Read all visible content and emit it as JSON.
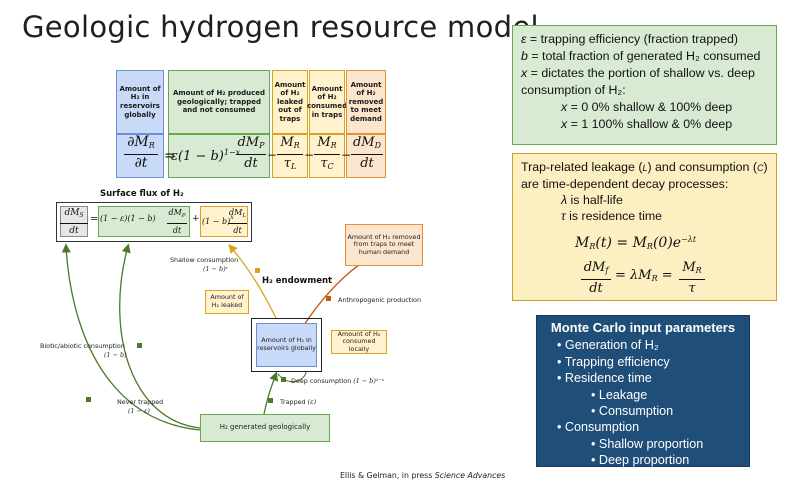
{
  "title": "Geologic hydrogen resource model",
  "equation_headers": {
    "h1": "Amount of H₂ in reservoirs globally",
    "h2": "Amount of H₂ produced geologically; trapped and not consumed",
    "h3": "Amount of H₂ leaked out of traps",
    "h4": "Amount of H₂ consumed in traps",
    "h5": "Amount of H₂ removed to meet demand"
  },
  "equation": {
    "lhs_num": "∂M",
    "lhs_num_sub": "R",
    "lhs_den": "∂t",
    "eq": "=",
    "factor": "ε(1 − b)",
    "factor_exp": "1−x",
    "t1_num": "dM",
    "t1_num_sub": "P",
    "t1_den": "dt",
    "minus": "−",
    "t2_num": "M",
    "t2_num_sub": "R",
    "t2_den": "τ",
    "t2_den_sub": "L",
    "t3_num": "M",
    "t3_num_sub": "R",
    "t3_den": "τ",
    "t3_den_sub": "C",
    "t4_num": "dM",
    "t4_num_sub": "D",
    "t4_den": "dt"
  },
  "surface_flux": {
    "title": "Surface flux of H₂",
    "lhs_num": "dM",
    "lhs_num_sub": "S",
    "lhs_den": "dt",
    "eq": "=",
    "term1": "(1 − ε)(1 − b)",
    "term1_num": "dM",
    "term1_num_sub": "P",
    "term1_den": "dt",
    "plus": "+",
    "term2": "(1 − b)",
    "term2_exp": "x",
    "term2_num": "dM",
    "term2_num_sub": "L",
    "term2_den": "dt"
  },
  "diagram": {
    "endowment_label": "H₂ endowment",
    "reservoir": "Amount of H₂ in reservoirs globally",
    "removed": "Amount of H₂ removed from traps to meet human demand",
    "leaked": "Amount of H₂ leaked",
    "consumed_locally": "Amount of H₂ consumed locally",
    "generated": "H₂ generated geologically",
    "shallow_consumption": "Shallow consumption",
    "shallow_expr": "(1 − b)ˣ",
    "anthropogenic": "Anthropogenic production",
    "biotic": "Biotic/abiotic consumption",
    "biotic_expr": "(1 − b)",
    "never_trapped": "Never trapped",
    "never_trapped_expr": "(1 − ε)",
    "deep_consumption": "Deep consumption",
    "deep_expr": "(1 − b)¹⁻ˣ",
    "trapped": "Trapped",
    "trapped_expr": "(ε)"
  },
  "definitions": {
    "l1_sym": "ε",
    "l1": " = trapping efficiency (fraction trapped)",
    "l2_sym": "b",
    "l2": " = total fraction of generated H₂ consumed",
    "l3_sym": "x",
    "l3": " = dictates the portion of shallow vs. deep",
    "l4": "consumption of H₂:",
    "l5_sym": "x",
    "l5": " = 0  0% shallow & 100% deep",
    "l6_sym": "x",
    "l6": " = 1 100% shallow & 0% deep"
  },
  "decay": {
    "l1": "Trap-related leakage (",
    "l1_L": "L",
    "l1_mid": ") and consumption (",
    "l1_C": "C",
    "l1_end": ")",
    "l2": "are time-dependent decay processes:",
    "l3_sym": "λ",
    "l3": " is half-life",
    "l4_sym": "τ",
    "l4": " is residence time",
    "eq1_lhs": "M",
    "eq1_lhs_sub": "R",
    "eq1_lhs_arg": "(t)",
    "eq1_eq": "=",
    "eq1_rhs": "M",
    "eq1_rhs_sub": "R",
    "eq1_rhs_arg": "(0)e",
    "eq1_exp": "−λt",
    "eq2_num": "dM",
    "eq2_num_sub": "f",
    "eq2_den": "dt",
    "eq2_mid": "= λM",
    "eq2_mid_sub": "R",
    "eq2_eq": "=",
    "eq2_rnum": "M",
    "eq2_rnum_sub": "R",
    "eq2_rden": "τ"
  },
  "monte_carlo": {
    "header": "Monte Carlo input parameters",
    "items": [
      {
        "level": 1,
        "text": "Generation of H₂"
      },
      {
        "level": 1,
        "text": "Trapping efficiency"
      },
      {
        "level": 1,
        "text": "Residence time"
      },
      {
        "level": 2,
        "text": "Leakage"
      },
      {
        "level": 2,
        "text": "Consumption"
      },
      {
        "level": 1,
        "text": "Consumption"
      },
      {
        "level": 2,
        "text": "Shallow proportion"
      },
      {
        "level": 2,
        "text": "Deep proportion"
      }
    ]
  },
  "citation": {
    "authors": "Ellis & Gelman, in press ",
    "journal": "Science Advances"
  },
  "colors": {
    "blue_fill": "#c9daf8",
    "blue_edge": "#6d8fd4",
    "green_fill": "#d9ead3",
    "green_edge": "#6aa84f",
    "yellow_fill": "#fff2cc",
    "yellow_edge": "#d6a520",
    "orange_fill": "#fce5cd",
    "orange_edge": "#e69138",
    "navy": "#1f4e79",
    "green_arrow": "#4a7a2a",
    "orange_arrow": "#c55a11"
  }
}
